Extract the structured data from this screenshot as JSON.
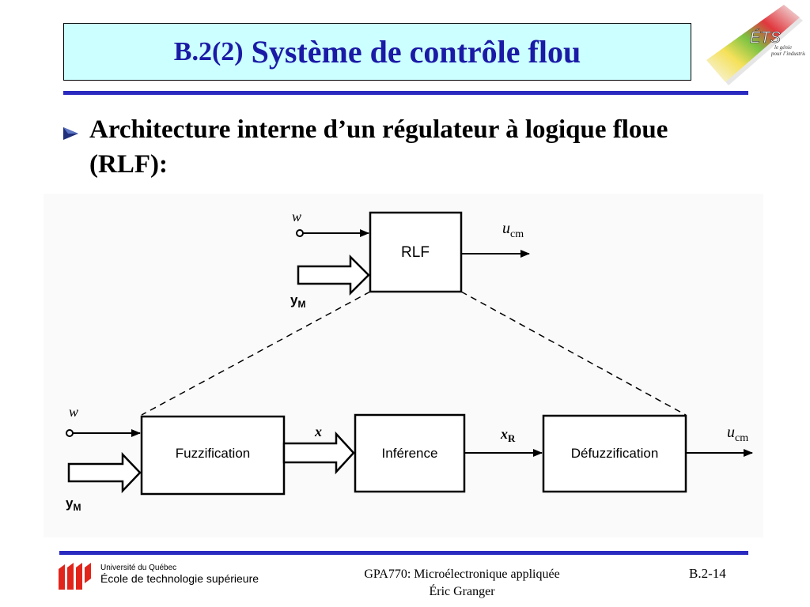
{
  "slide": {
    "title_prefix": "B.2(2)",
    "title": "Système de contrôle flou",
    "bullet": " Architecture interne d’un régulateur à logique floue (RLF):"
  },
  "logo": {
    "mark": "ÉTS",
    "tagline_1": "le génie",
    "tagline_2": "pour l’industrie"
  },
  "diagram": {
    "top": {
      "block": "RLF",
      "input_1": "w",
      "input_2": "y",
      "input_2_sub": "M",
      "output": "u",
      "output_sub": "cm"
    },
    "bottom": {
      "blocks": [
        "Fuzzification",
        "Inférence",
        "Défuzzification"
      ],
      "input_1": "w",
      "input_2": "y",
      "input_2_sub": "M",
      "link_1": "x",
      "link_2": "x",
      "link_2_sub": "R",
      "output": "u",
      "output_sub": "cm"
    }
  },
  "footer": {
    "university_line1": "Université du Québec",
    "university_line2": "École de technologie supérieure",
    "course": "GPA770:  Microélectronique appliquée",
    "author": "Éric Granger",
    "page": "B.2-14"
  },
  "colors": {
    "title_text": "#1a1aa6",
    "title_bg": "#ccffff",
    "rule": "#2a2ac0",
    "uq_red": "#e1251b"
  }
}
